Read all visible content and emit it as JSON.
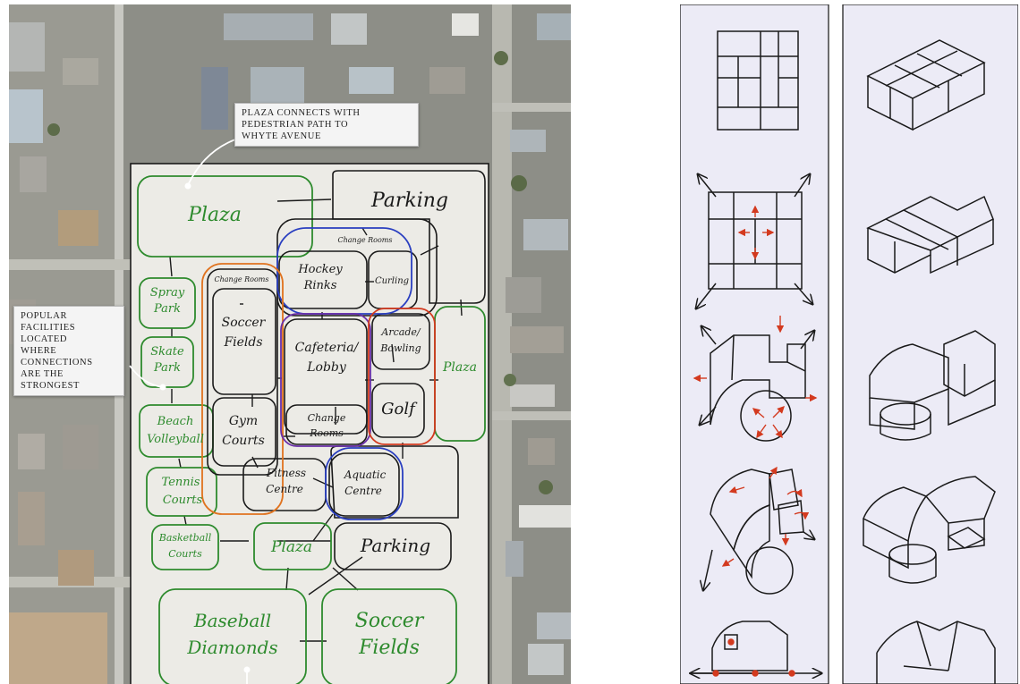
{
  "callouts": {
    "plaza_connection": [
      "PLAZA CONNECTS WITH",
      "PEDESTRIAN PATH TO",
      "WHYTE AVENUE"
    ],
    "popular_facilities": [
      "POPULAR",
      "FACILITIES",
      "LOCATED",
      "WHERE",
      "CONNECTIONS",
      "ARE THE",
      "STRONGEST"
    ]
  },
  "zones": {
    "plaza_top": "Plaza",
    "parking_top": "Parking",
    "change_rooms_rinks": "Change Rooms",
    "hockey_rinks": [
      "Hockey",
      "Rinks"
    ],
    "curling": "Curling",
    "change_rooms_soccer": "Change Rooms",
    "soccer_fields_indoor": [
      "Soccer",
      "Fields"
    ],
    "cafeteria_lobby": [
      "Cafeteria/",
      "Lobby"
    ],
    "arcade_bowling": [
      "Arcade/",
      "Bowling"
    ],
    "plaza_right": "Plaza",
    "golf": "Golf",
    "spray_park": [
      "Spray",
      "Park"
    ],
    "skate_park": [
      "Skate",
      "Park"
    ],
    "beach_volleyball": [
      "Beach",
      "Volleyball"
    ],
    "gym_courts": [
      "Gym",
      "Courts"
    ],
    "change_rooms_center": [
      "Change",
      "Rooms"
    ],
    "fitness_centre": [
      "Fitness",
      "Centre"
    ],
    "aquatic_centre": [
      "Aquatic",
      "Centre"
    ],
    "tennis_courts": [
      "Tennis",
      "Courts"
    ],
    "basketball_courts": [
      "Basketball",
      "Courts"
    ],
    "plaza_bottom": "Plaza",
    "parking_bottom": "Parking",
    "baseball_diamonds": [
      "Baseball",
      "Diamonds"
    ],
    "soccer_fields_outdoor": [
      "Soccer",
      "Fields"
    ]
  },
  "colors": {
    "green_ink": "#2e8b2e",
    "black_ink": "#1a1a1a",
    "red_ink": "#d33a1f",
    "blue_ink": "#2a3fc0",
    "purple_ink": "#6a2fa8",
    "orange_ink": "#e0731f",
    "paper": "#ecebe6",
    "panel_bg": "#ecebf6"
  }
}
